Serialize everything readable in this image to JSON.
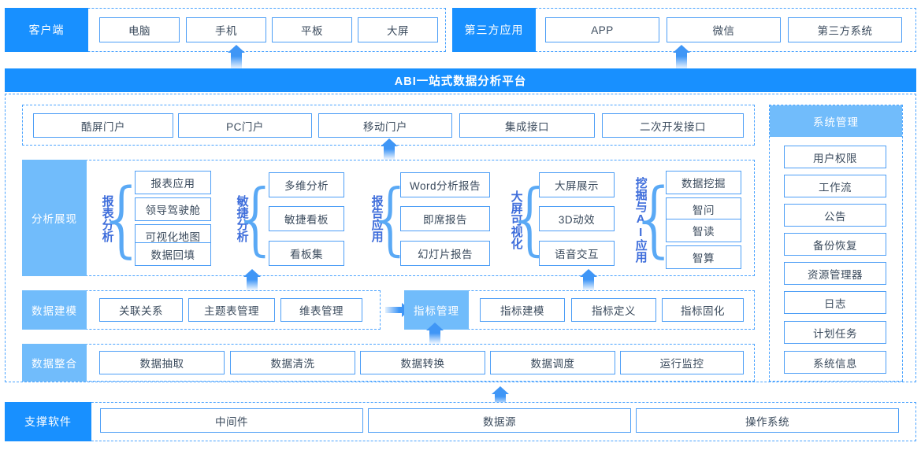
{
  "diagram": {
    "title": "ABI一站式数据分析平台",
    "colors": {
      "primary": "#1890ff",
      "soft": "#71bcfb",
      "box_border": "#4d9ef6",
      "dashed_border": "#4aa3ff",
      "vtitle": "#3e6ddb",
      "arrow": "#3f96f6"
    }
  },
  "top": {
    "client": {
      "label": "客户端",
      "items": [
        {
          "label": "电脑"
        },
        {
          "label": "手机"
        },
        {
          "label": "平板"
        },
        {
          "label": "大屏"
        }
      ]
    },
    "third_party": {
      "label": "第三方应用",
      "items": [
        {
          "label": "APP"
        },
        {
          "label": "微信"
        },
        {
          "label": "第三方系统"
        }
      ]
    }
  },
  "platform": {
    "banner": "ABI一站式数据分析平台",
    "portals": [
      {
        "label": "酷屏门户"
      },
      {
        "label": "PC门户"
      },
      {
        "label": "移动门户"
      },
      {
        "label": "集成接口"
      },
      {
        "label": "二次开发接口"
      }
    ],
    "analysis": {
      "label": "分析展现",
      "groups": [
        {
          "title": "报表分析",
          "items": [
            {
              "label": "报表应用"
            },
            {
              "label": "领导驾驶舱"
            },
            {
              "label": "可视化地图"
            },
            {
              "label": "数据回填"
            }
          ]
        },
        {
          "title": "敏捷分析",
          "items": [
            {
              "label": "多维分析"
            },
            {
              "label": "敏捷看板"
            },
            {
              "label": "看板集"
            }
          ]
        },
        {
          "title": "报告应用",
          "items": [
            {
              "label": "Word分析报告"
            },
            {
              "label": "即席报告"
            },
            {
              "label": "幻灯片报告"
            }
          ]
        },
        {
          "title": "大屏可视化",
          "items": [
            {
              "label": "大屏展示"
            },
            {
              "label": "3D动效"
            },
            {
              "label": "语音交互"
            }
          ]
        },
        {
          "title": "挖掘与AI应用",
          "items": [
            {
              "label": "数据挖掘"
            },
            {
              "label": "智问"
            },
            {
              "label": "智读"
            },
            {
              "label": "智算"
            }
          ]
        }
      ]
    },
    "modeling": {
      "label": "数据建模",
      "items": [
        {
          "label": "关联关系"
        },
        {
          "label": "主题表管理"
        },
        {
          "label": "维表管理"
        }
      ]
    },
    "metrics": {
      "label": "指标管理",
      "items": [
        {
          "label": "指标建模"
        },
        {
          "label": "指标定义"
        },
        {
          "label": "指标固化"
        }
      ]
    },
    "integration": {
      "label": "数据整合",
      "items": [
        {
          "label": "数据抽取"
        },
        {
          "label": "数据清洗"
        },
        {
          "label": "数据转换"
        },
        {
          "label": "数据调度"
        },
        {
          "label": "运行监控"
        }
      ]
    },
    "system_management": {
      "label": "系统管理",
      "items": [
        {
          "label": "用户权限"
        },
        {
          "label": "工作流"
        },
        {
          "label": "公告"
        },
        {
          "label": "备份恢复"
        },
        {
          "label": "资源管理器"
        },
        {
          "label": "日志"
        },
        {
          "label": "计划任务"
        },
        {
          "label": "系统信息"
        }
      ]
    }
  },
  "support": {
    "label": "支撑软件",
    "items": [
      {
        "label": "中间件"
      },
      {
        "label": "数据源"
      },
      {
        "label": "操作系统"
      }
    ]
  }
}
